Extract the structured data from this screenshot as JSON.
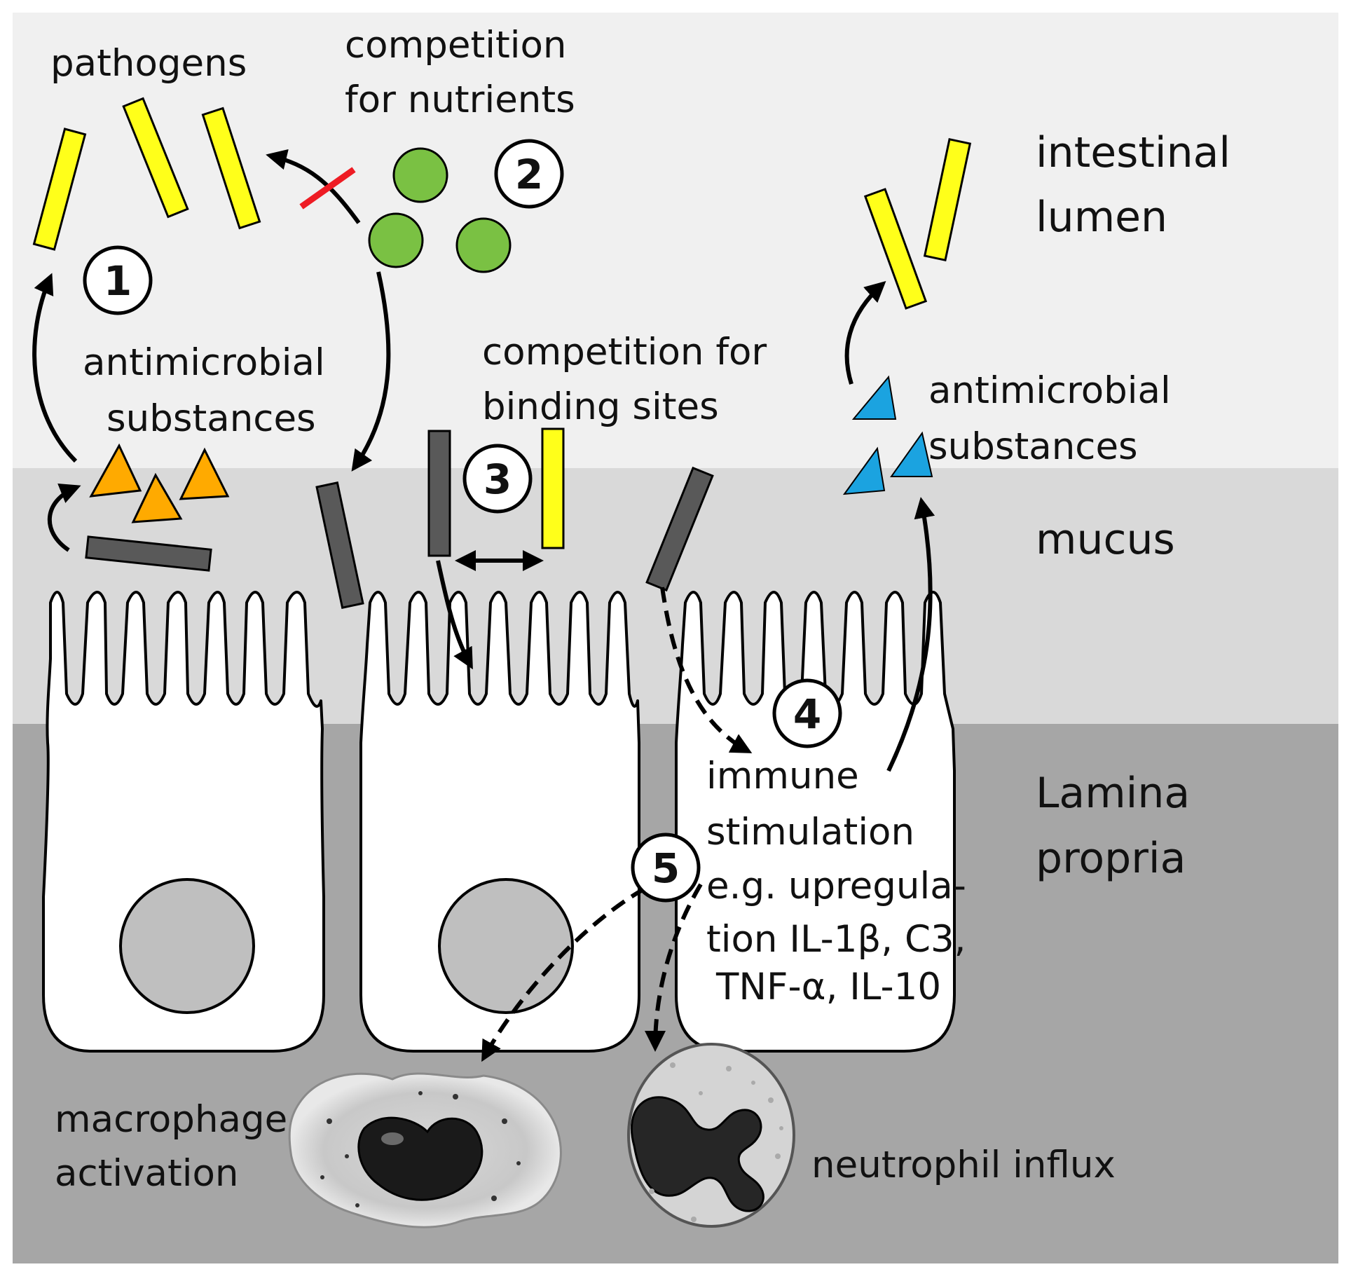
{
  "colors": {
    "lumen_bg": "#f0f0f0",
    "mucus_bg": "#d9d9d9",
    "lamina_bg": "#a6a6a6",
    "pathogen": "#ffff1a",
    "probiotic_rod": "#595959",
    "probiotic_coccus": "#7ac143",
    "antimicrobial_orange": "#ffaa00",
    "antimicrobial_blue": "#1ba3e0",
    "block_mark": "#ee1c24",
    "nucleus": "#bfbfbf"
  },
  "labels": {
    "pathogens": "pathogens",
    "competition_nutrients": [
      "competition",
      "for nutrients"
    ],
    "antimicrobial_left": [
      "antimicrobial",
      "substances"
    ],
    "competition_binding": [
      "competition for",
      "binding sites"
    ],
    "antimicrobial_right": [
      "antimicrobial",
      "substances"
    ],
    "immune": [
      "immune",
      "stimulation",
      "e.g. upregula-",
      "tion IL-1β, C3,",
      "TNF-α, IL-10"
    ],
    "macrophage": [
      "macrophage",
      "activation"
    ],
    "neutrophil": "neutrophil influx"
  },
  "zones": {
    "lumen": [
      "intestinal",
      "lumen"
    ],
    "mucus": "mucus",
    "lamina": [
      "Lamina",
      "propria"
    ]
  },
  "steps": [
    "1",
    "2",
    "3",
    "4",
    "5"
  ],
  "icons": {
    "block": "red-x-block-icon",
    "macrophage": "macrophage-cell-icon",
    "neutrophil": "neutrophil-cell-icon"
  }
}
